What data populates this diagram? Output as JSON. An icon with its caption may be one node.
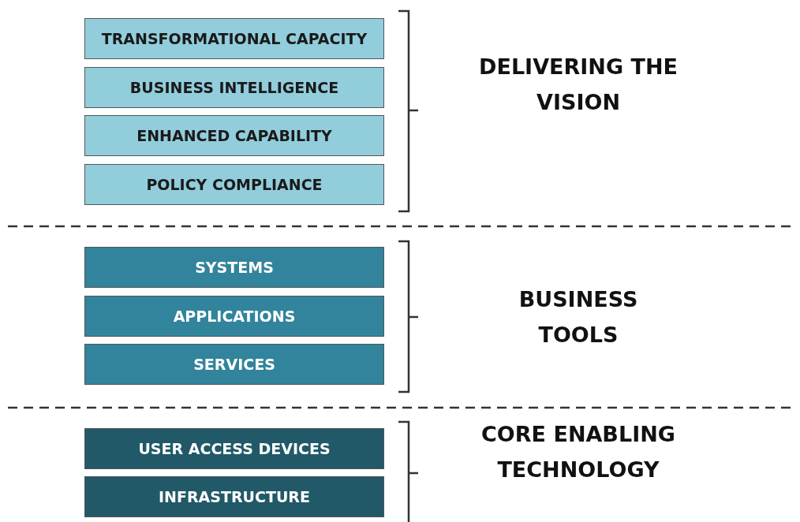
{
  "diagram": {
    "nodes": [
      {
        "text": [
          "TRANSFORMATIONAL CAPACITY"
        ]
      },
      {
        "text": [
          "BUSINESS INTELLIGENCE"
        ]
      },
      {
        "text": [
          "ENHANCED CAPABILITY"
        ]
      },
      {
        "text": [
          "POLICY COMPLIANCE"
        ]
      },
      {
        "text": [
          "SYSTEMS"
        ]
      },
      {
        "text": [
          "APPLICATIONS"
        ]
      },
      {
        "text": [
          "SERVICES"
        ]
      },
      {
        "text": [
          "USER ACCESS DEVICES"
        ]
      },
      {
        "text": [
          "INFRASTRUCTURE"
        ]
      }
    ],
    "labels": [
      "DELIVERING THE VISION",
      "BUSINESS TOOLS",
      "CORE ENABLING TECHNOLOGY"
    ]
  }
}
